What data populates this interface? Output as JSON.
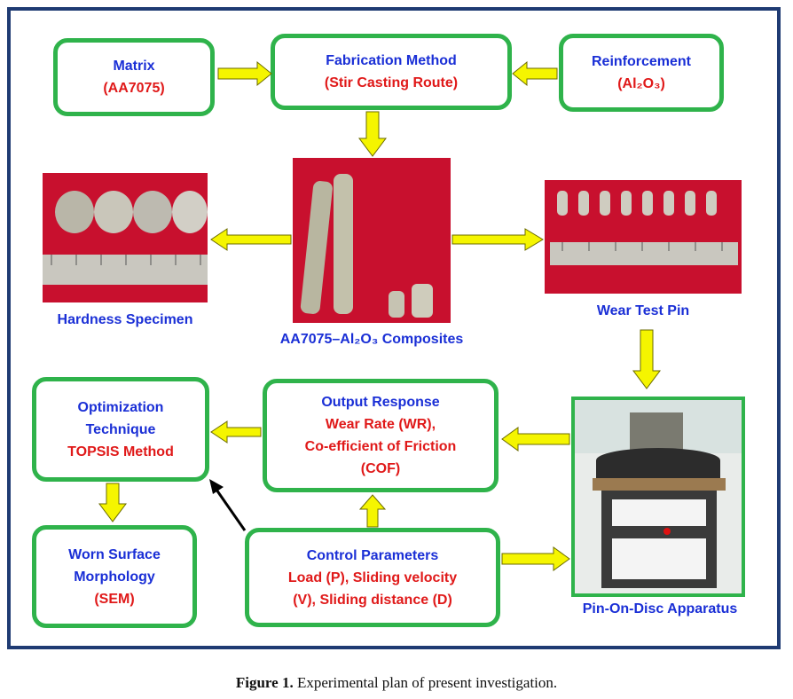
{
  "matrix": {
    "title": "Matrix",
    "value": "(AA7075)"
  },
  "fabrication": {
    "title": "Fabrication Method",
    "value": "(Stir Casting Route)"
  },
  "reinforcement": {
    "title": "Reinforcement",
    "value": "(Al₂O₃)"
  },
  "hardness": {
    "label": "Hardness Specimen"
  },
  "composites": {
    "label": "AA7075–Al₂O₃ Composites"
  },
  "wear_pin": {
    "label": "Wear Test Pin"
  },
  "optimization": {
    "title_line1": "Optimization",
    "title_line2": "Technique",
    "value": "TOPSIS Method"
  },
  "output": {
    "title": "Output Response",
    "line1": "Wear Rate (WR),",
    "line2": "Co-efficient of Friction",
    "line3": "(COF)"
  },
  "worn": {
    "title_line1": "Worn Surface",
    "title_line2": "Morphology",
    "value": "(SEM)"
  },
  "control": {
    "title": "Control Parameters",
    "line1": "Load (P), Sliding velocity",
    "line2": "(V), Sliding distance (D)"
  },
  "apparatus": {
    "label": "Pin-On-Disc Apparatus"
  },
  "figure": {
    "number": "Figure 1.",
    "caption": " Experimental plan of present investigation."
  },
  "colors": {
    "box_border": "#2fb34b",
    "title_text": "#1a2fd6",
    "value_text": "#e01919",
    "arrow_fill": "#f5f500",
    "frame": "#1f3b73",
    "photo_bg": "#c8102e"
  }
}
